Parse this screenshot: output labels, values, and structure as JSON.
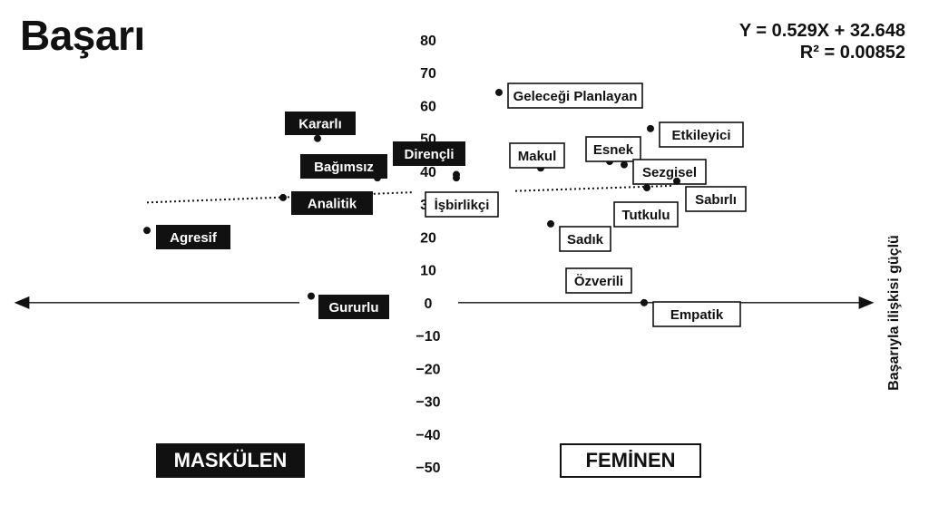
{
  "title": "Başarı",
  "equation_line1": "Y = 0.529X + 32.648",
  "equation_r2": "R² = 0.00852",
  "ylabel": "Başarıyla ilişkisi güçlü",
  "legend": [
    {
      "label": "MASKÜLEN",
      "style": "dark"
    },
    {
      "label": "FEMİNEN",
      "style": "light"
    }
  ],
  "colors": {
    "ink": "#111111",
    "paper": "#ffffff"
  },
  "chart_data": {
    "type": "scatter",
    "y_axis": {
      "ticks": [
        "80",
        "70",
        "60",
        "50",
        "40",
        "30",
        "20",
        "10",
        "0",
        "−10",
        "−20",
        "−30",
        "−40",
        "−50"
      ],
      "ylim": [
        -50,
        80
      ]
    },
    "grid": false,
    "points": [
      {
        "label": "Kararlı",
        "group": "masculine",
        "y": 50
      },
      {
        "label": "Bağımsız",
        "group": "masculine",
        "y": 38
      },
      {
        "label": "Dirençli",
        "group": "masculine",
        "y": 39
      },
      {
        "label": "Analitik",
        "group": "masculine",
        "y": 32
      },
      {
        "label": "Agresif",
        "group": "masculine",
        "y": 22
      },
      {
        "label": "Gururlu",
        "group": "masculine",
        "y": 2
      },
      {
        "label": "Geleceği Planlayan",
        "group": "feminine",
        "y": 64
      },
      {
        "label": "Etkileyici",
        "group": "feminine",
        "y": 53
      },
      {
        "label": "Makul",
        "group": "feminine",
        "y": 41
      },
      {
        "label": "Esnek",
        "group": "feminine",
        "y": 43
      },
      {
        "label": "Sezgisel",
        "group": "feminine",
        "y": 42
      },
      {
        "label": "Sabırlı",
        "group": "feminine",
        "y": 37
      },
      {
        "label": "Tutkulu",
        "group": "feminine",
        "y": 35
      },
      {
        "label": "İşbirlikçi",
        "group": "feminine",
        "y": 38
      },
      {
        "label": "Sadık",
        "group": "feminine",
        "y": 24
      },
      {
        "label": "Özverili",
        "group": "feminine",
        "y": 4
      },
      {
        "label": "Empatik",
        "group": "feminine",
        "y": 0
      }
    ]
  }
}
